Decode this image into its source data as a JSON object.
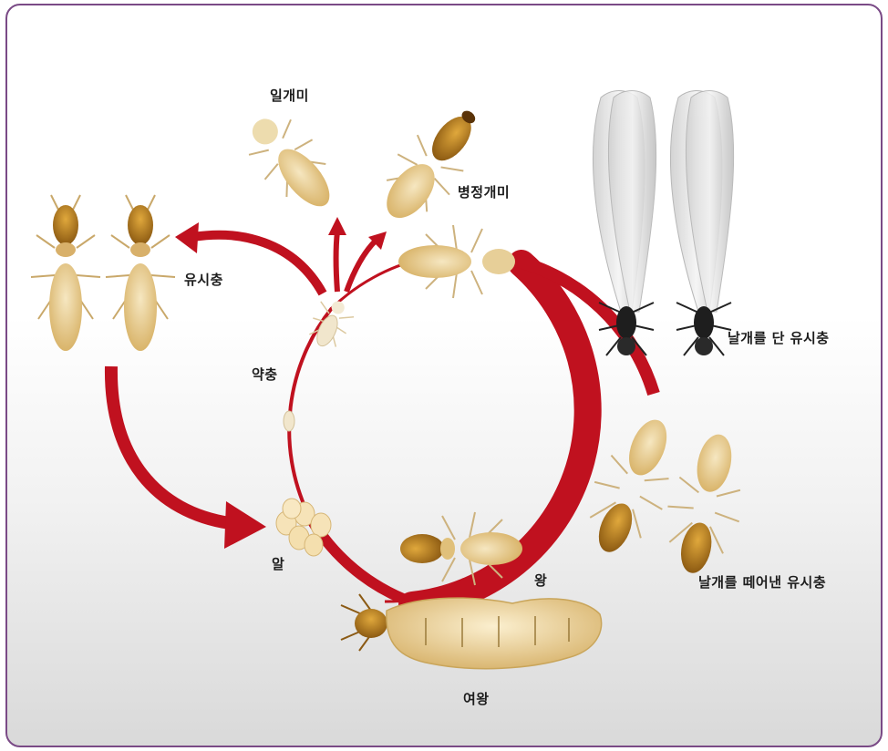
{
  "diagram": {
    "labels": {
      "worker": "일개미",
      "soldier": "병정개미",
      "reproductive": "유시충",
      "nymph": "약충",
      "winged_alate": "날개를 단 유시충",
      "dealate": "날개를 떼어낸 유시충",
      "egg": "알",
      "king": "왕",
      "queen": "여왕"
    },
    "colors": {
      "cycle": "#c0111f",
      "frame": "#7a4a86",
      "body": "#e6c98a",
      "head": "#b98420"
    }
  }
}
